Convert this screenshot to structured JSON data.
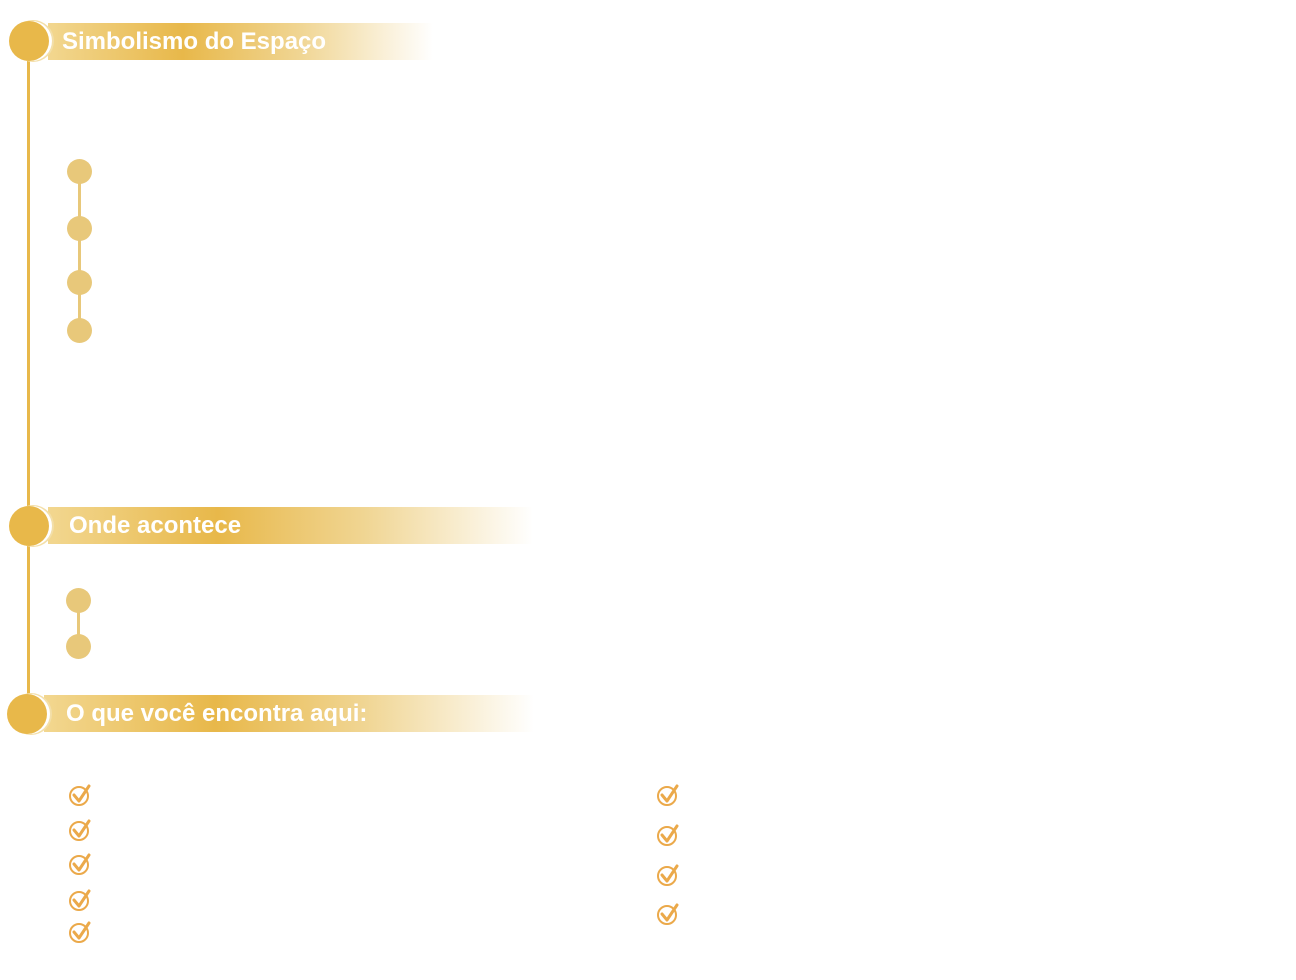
{
  "sections": [
    {
      "title": "Simbolismo do Espaço"
    },
    {
      "title": "Onde acontece"
    },
    {
      "title": "O que você encontra aqui:"
    }
  ],
  "colors": {
    "accent": "#e8b84a",
    "sub_accent": "#e8c87a",
    "check": "#eba94a"
  },
  "icons": {
    "section": "circle-marker",
    "item": "check-circle-icon"
  }
}
